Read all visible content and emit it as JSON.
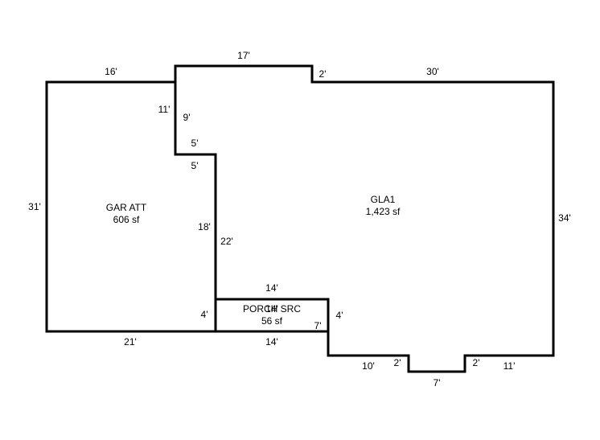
{
  "rooms": {
    "garage": {
      "name": "GAR ATT",
      "area": "606 sf"
    },
    "living": {
      "name": "GLA1",
      "area": "1,423 sf"
    },
    "porch": {
      "name": "PORCH SRC",
      "area": "56 sf"
    }
  },
  "dimensions": {
    "garage_top": "16'",
    "garage_left": "31'",
    "garage_bottom": "21'",
    "notch_top": "17'",
    "notch_left": "11'",
    "notch_inner": "9'",
    "step_upper": "5'",
    "step_lower": "5'",
    "garage_right": "18'",
    "inner_wall": "22'",
    "garage_right_lower": "4'",
    "step_right": "2'",
    "main_top": "30'",
    "main_right": "34'",
    "porch_top": "14'",
    "porch_top_inner": "14'",
    "porch_bottom": "14'",
    "porch_right": "4'",
    "porch_inner_right": "7'",
    "bottom_left": "10'",
    "bay_left": "2'",
    "bay_bottom": "7'",
    "bay_right": "2'",
    "bottom_right": "11'"
  }
}
